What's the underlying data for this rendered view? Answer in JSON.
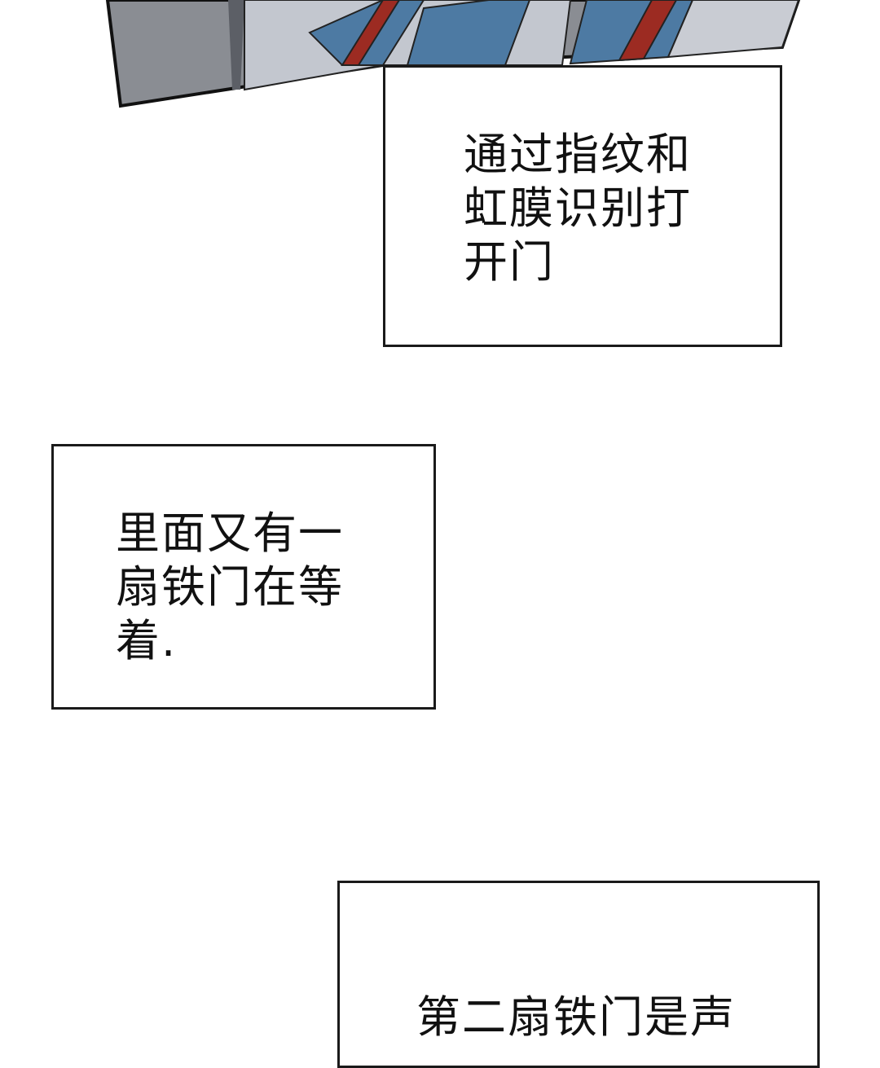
{
  "captions": {
    "box1": "通过指纹和\n虹膜识别打\n开门",
    "box2": "里面又有一\n扇铁门在等\n着.",
    "box3": "第二扇铁门是声"
  },
  "colors": {
    "panel_gray": "#8a8d93",
    "panel_light": "#c9ccd3",
    "jacket_blue": "#4d7aa3",
    "strap_red": "#9c2b22",
    "border": "#1a1a1a"
  }
}
